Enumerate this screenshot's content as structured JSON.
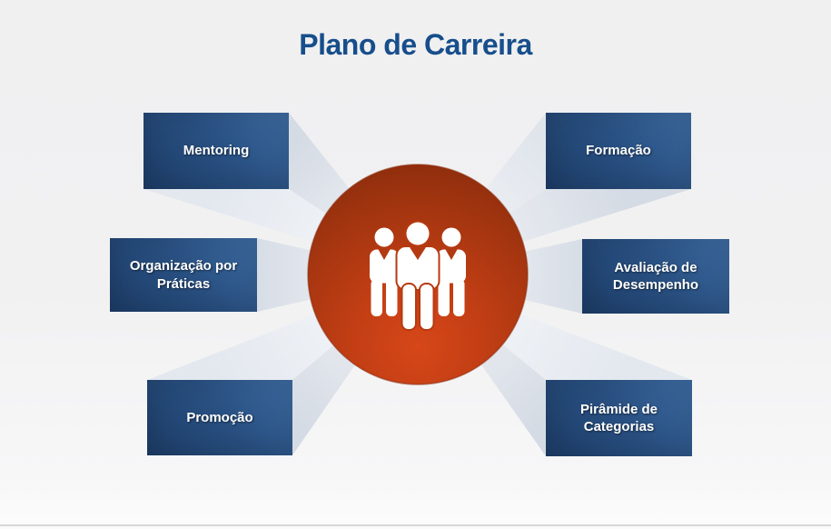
{
  "title": "Plano de Carreira",
  "diagram": {
    "center_icon": "people-group-icon",
    "nodes": [
      {
        "id": "mentoring",
        "label": "Mentoring",
        "position": "top-left"
      },
      {
        "id": "formacao",
        "label": "Formação",
        "position": "top-right"
      },
      {
        "id": "organizacao-por-praticas",
        "label": "Organização por Práticas",
        "position": "middle-left"
      },
      {
        "id": "avaliacao-de-desempenho",
        "label": "Avaliação de Desempenho",
        "position": "middle-right"
      },
      {
        "id": "promocao",
        "label": "Promoção",
        "position": "bottom-left"
      },
      {
        "id": "piramide-de-categorias",
        "label": "Pirâmide de Categorias",
        "position": "bottom-right"
      }
    ]
  },
  "colors": {
    "title_blue": "#174e8b",
    "box_blue_light": "#3f6da5",
    "box_blue_dark": "#1d3d68",
    "circle_red_bright": "#d64719",
    "circle_red_dark": "#8c2c0c",
    "beam_gray": "#d5dbe4",
    "background": "#f1f1f2",
    "label_text": "#ffffff"
  }
}
